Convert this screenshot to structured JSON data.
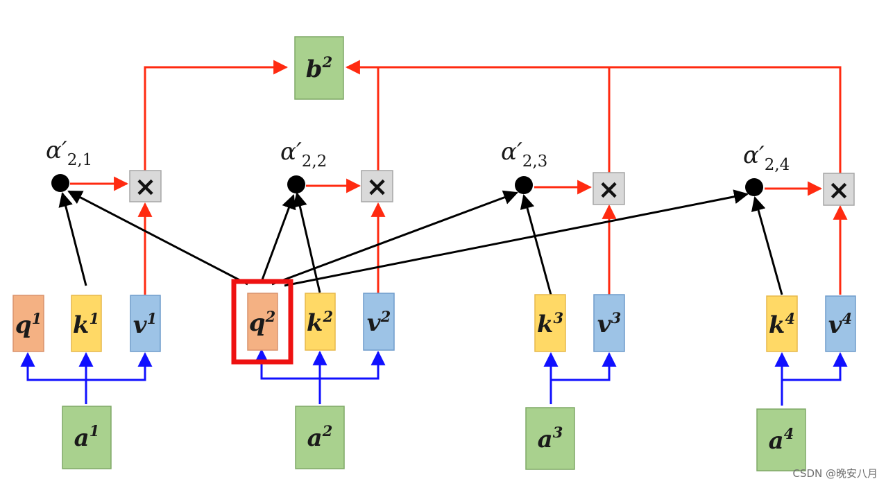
{
  "boxes": {
    "q1": {
      "base": "q",
      "sup": "1"
    },
    "k1": {
      "base": "k",
      "sup": "1"
    },
    "v1": {
      "base": "v",
      "sup": "1"
    },
    "q2": {
      "base": "q",
      "sup": "2"
    },
    "k2": {
      "base": "k",
      "sup": "2"
    },
    "v2": {
      "base": "v",
      "sup": "2"
    },
    "k3": {
      "base": "k",
      "sup": "3"
    },
    "v3": {
      "base": "v",
      "sup": "3"
    },
    "k4": {
      "base": "k",
      "sup": "4"
    },
    "v4": {
      "base": "v",
      "sup": "4"
    },
    "a1": {
      "base": "a",
      "sup": "1"
    },
    "a2": {
      "base": "a",
      "sup": "2"
    },
    "a3": {
      "base": "a",
      "sup": "3"
    },
    "a4": {
      "base": "a",
      "sup": "4"
    },
    "b2": {
      "base": "b",
      "sup": "2"
    }
  },
  "alphas": [
    {
      "base": "α′",
      "sub": "2,1"
    },
    {
      "base": "α′",
      "sub": "2,2"
    },
    {
      "base": "α′",
      "sub": "2,3"
    },
    {
      "base": "α′",
      "sub": "2,4"
    }
  ],
  "multiply_symbol": "×",
  "watermark": "CSDN @晚安八月",
  "colors": {
    "query": "#f4b183",
    "key": "#ffd966",
    "value": "#9dc3e6",
    "input": "#a9d18e",
    "multiply": "#d9d9d9",
    "weight_arrow": "#ff2a10",
    "input_arrow": "#1010ff",
    "score_arrow": "#000000",
    "highlight": "#ee1111"
  }
}
